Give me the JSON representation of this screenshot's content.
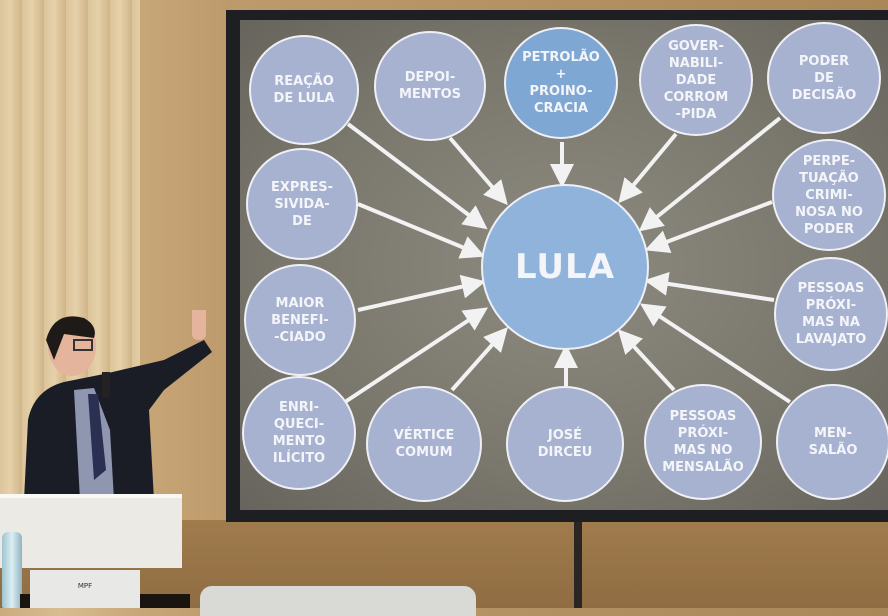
{
  "slide": {
    "center": "LULA",
    "nodes": [
      "REAÇÃO\nDE LULA",
      "DEPOI-\nMENTOS",
      "PETROLÃO\n+\nPROINO-\nCRACIA",
      "GOVER-\nNABILI-\nDADE\nCORROM\n-PIDA",
      "PODER\nDE\nDECISÃO",
      "EXPRES-\nSIVIDA-\nDE",
      "PERPE-\nTUAÇÃO\nCRIMI-\nNOSA NO\nPODER",
      "MAIOR\nBENEFI-\n-CIADO",
      "PESSOAS\nPRÓXI-\nMAS NA\nLAVAJATO",
      "ENRI-\nQUECI-\nMENTO\nILÍCITO",
      "VÉRTICE\nCOMUM",
      "JOSÉ\nDIRCEU",
      "PESSOAS\nPRÓXI-\nMAS NO\nMENSALÃO",
      "MEN-\nSALÃO"
    ]
  },
  "podium_sign": "MPF",
  "colors": {
    "node": "#a7b2d0",
    "highlight": "#7fa7d4",
    "arrow": "#f2f2f2"
  }
}
